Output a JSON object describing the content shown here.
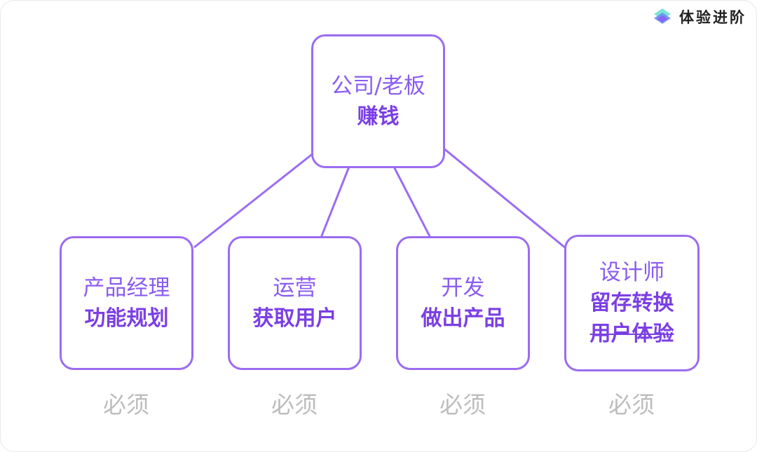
{
  "brand": {
    "name": "体验进阶",
    "logo_icon": "layered-diamond-logo-icon"
  },
  "colors": {
    "accent": "#8a5cf0",
    "accent_dark": "#7b3fe4",
    "note": "#bdbdbd"
  },
  "root": {
    "role": "公司/老板",
    "goal": "赚钱"
  },
  "children": [
    {
      "role": "产品经理",
      "goals": [
        "功能规划"
      ],
      "note": "必须"
    },
    {
      "role": "运营",
      "goals": [
        "获取用户"
      ],
      "note": "必须"
    },
    {
      "role": "开发",
      "goals": [
        "做出产品"
      ],
      "note": "必须"
    },
    {
      "role": "设计师",
      "goals": [
        "留存转换",
        "用户体验"
      ],
      "struck_goal": "用户体验",
      "note": "必须"
    }
  ]
}
